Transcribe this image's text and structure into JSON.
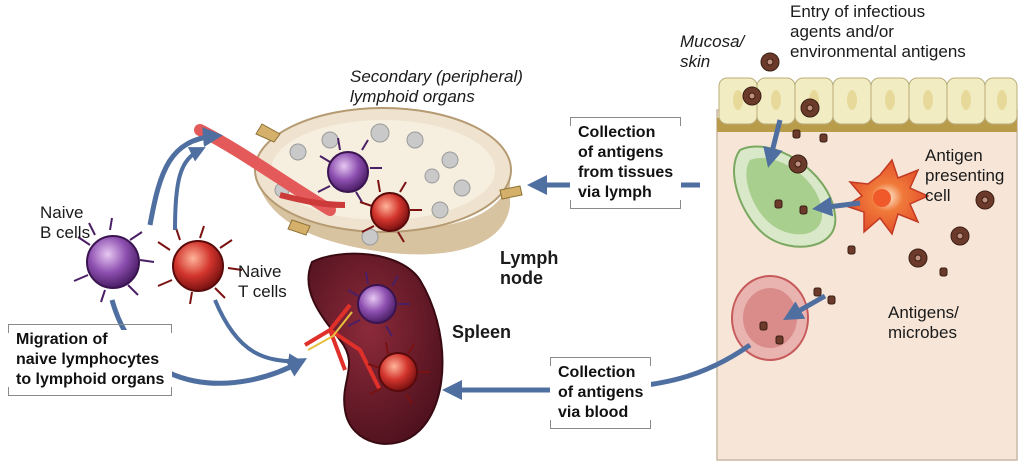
{
  "labels": {
    "entry": "Entry of infectious\nagents and/or\nenvironmental antigens",
    "mucosa": "Mucosa/\nskin",
    "secondary": "Secondary (peripheral)\nlymphoid organs",
    "naive_b": "Naive\nB cells",
    "naive_t": "Naive\nT cells",
    "lymph_node": "Lymph\nnode",
    "spleen": "Spleen",
    "apc": "Antigen\npresenting\ncell",
    "antigens": "Antigens/\nmicrobes"
  },
  "boxes": {
    "migration": "Migration of\nnaive lymphocytes\nto lymphoid organs",
    "lymph": "Collection\nof antigens\nfrom tissues\nvia lymph",
    "blood": "Collection\nof antigens\nvia blood"
  },
  "colors": {
    "arrow": "#4f6fa0",
    "b_cell": "#7a3d9a",
    "t_cell": "#c0282c",
    "spleen": "#6b1e2a",
    "lymph_node": "#efe3cf",
    "tissue": "#f7e6d8",
    "epithelium": "#f2ecc3"
  }
}
